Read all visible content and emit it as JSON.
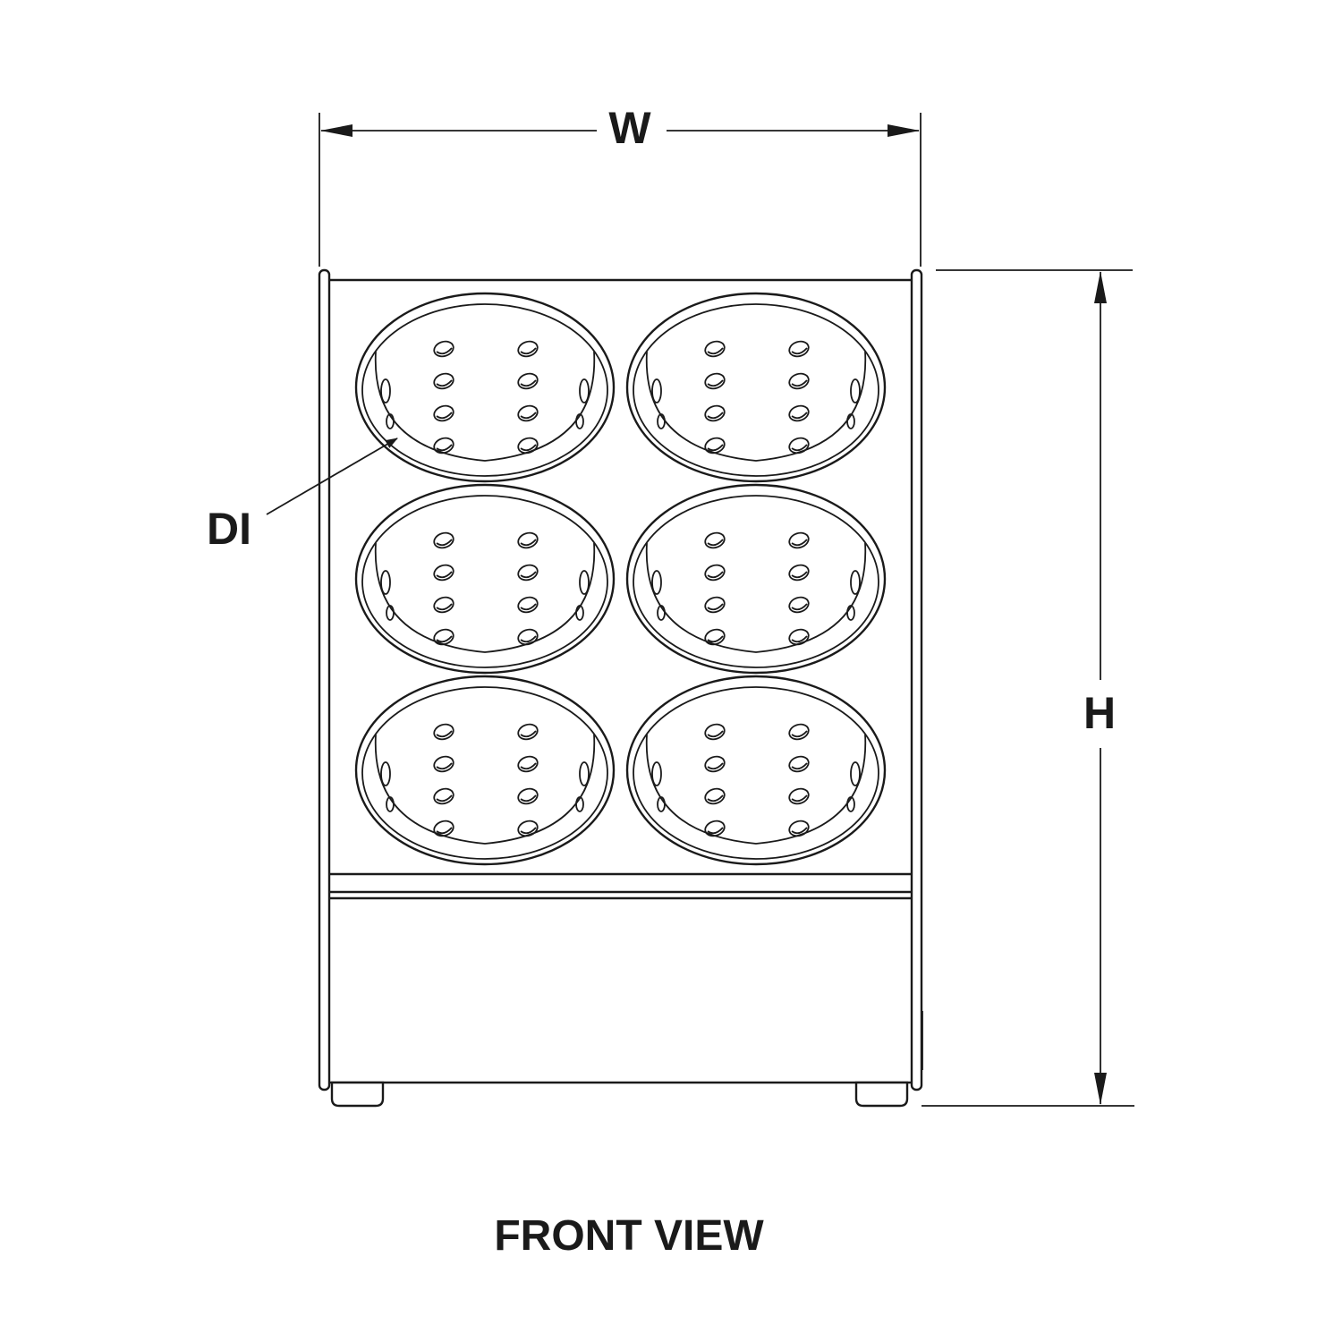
{
  "labels": {
    "width": "W",
    "height": "H",
    "diameter": "DI",
    "view": "FRONT VIEW"
  },
  "cylinders": {
    "rows": 3,
    "columns": 2
  },
  "colors": {
    "line": "#1a1a1a",
    "background": "#ffffff"
  }
}
